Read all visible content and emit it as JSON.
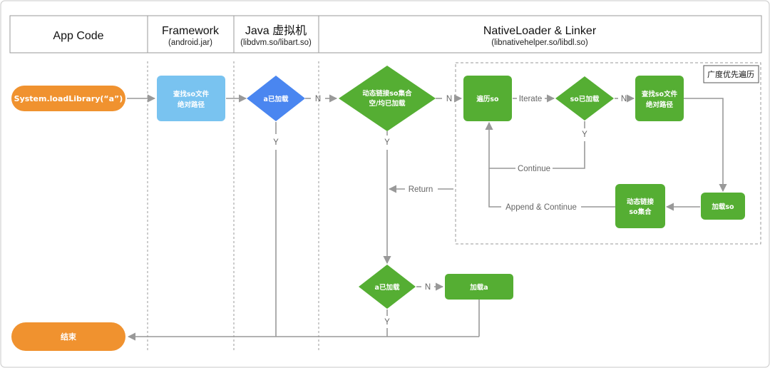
{
  "header": {
    "col1": {
      "title": "App Code",
      "sub": ""
    },
    "col2": {
      "title": "Framework",
      "sub": "(android.jar)"
    },
    "col3": {
      "title": "Java 虚拟机",
      "sub": "(libdvm.so/libart.so)"
    },
    "col4": {
      "title": "NativeLoader & Linker",
      "sub": "(libnativehelper.so/libdl.so)"
    }
  },
  "nodes": {
    "start": "System.loadLibrary(“a”)",
    "end": "结束",
    "find_path_line1": "查找so文件",
    "find_path_line2": "绝对路径",
    "a_loaded_vm": "a已加载",
    "deps_check_line1": "动态链接so集合",
    "deps_check_line2": "空/均已加载",
    "traverse": "遍历so",
    "so_loaded": "so已加载",
    "find_so_line1": "查找so文件",
    "find_so_line2": "绝对路径",
    "load_so": "加载so",
    "dyn_link_line1": "动态链接",
    "dyn_link_line2": "so集合",
    "a_loaded_final": "a已加载",
    "load_a": "加载a"
  },
  "edges": {
    "n1": "N",
    "n2": "N",
    "n3": "N",
    "n4": "N",
    "y1": "Y",
    "y2": "Y",
    "y3": "Y",
    "y4": "Y",
    "iterate": "Iterate",
    "continue": "Continue",
    "return": "Return",
    "append_continue": "Append & Continue"
  },
  "bfs_box_label": "广度优先遍历",
  "colors": {
    "orange": "#F0922F",
    "light_blue": "#79C3F0",
    "blue": "#4A86F0",
    "green": "#55AE33",
    "edge": "#999999"
  }
}
